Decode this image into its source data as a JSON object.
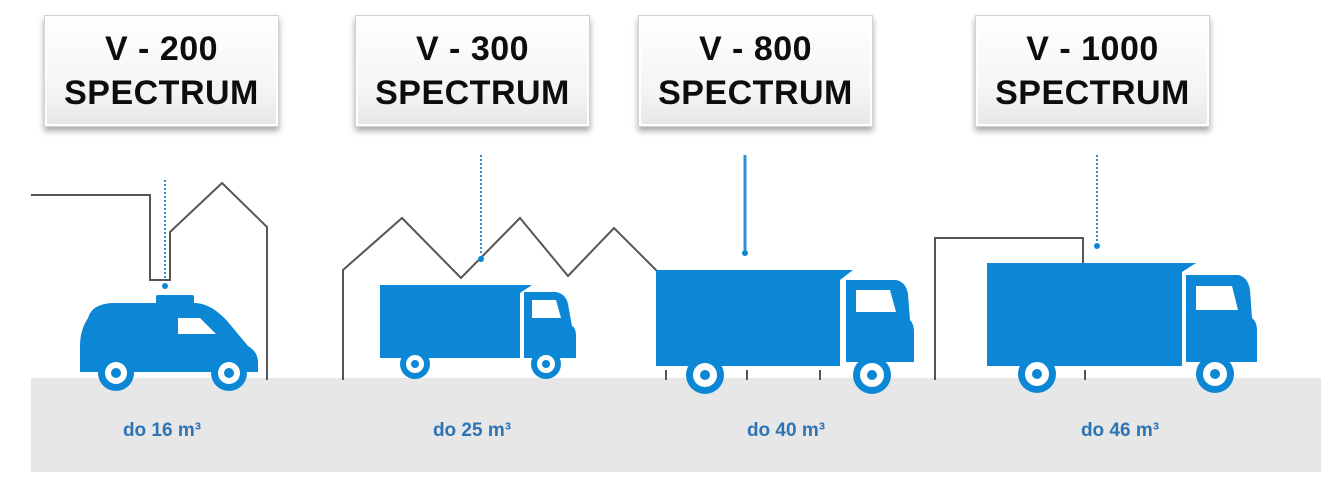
{
  "models": [
    {
      "name": "V - 200",
      "subtitle": "SPECTRUM",
      "capacity": "do 16 m³",
      "vehicle": "van-icon"
    },
    {
      "name": "V - 300",
      "subtitle": "SPECTRUM",
      "capacity": "do 25 m³",
      "vehicle": "small-truck-icon"
    },
    {
      "name": "V - 800",
      "subtitle": "SPECTRUM",
      "capacity": "do 40 m³",
      "vehicle": "medium-truck-icon"
    },
    {
      "name": "V - 1000",
      "subtitle": "SPECTRUM",
      "capacity": "do 46 m³",
      "vehicle": "large-truck-icon"
    }
  ],
  "colors": {
    "vehicle": "#0b87d6",
    "capacity_text": "#2e74b5",
    "ground": "#e7e7e7",
    "outline": "#555555"
  }
}
